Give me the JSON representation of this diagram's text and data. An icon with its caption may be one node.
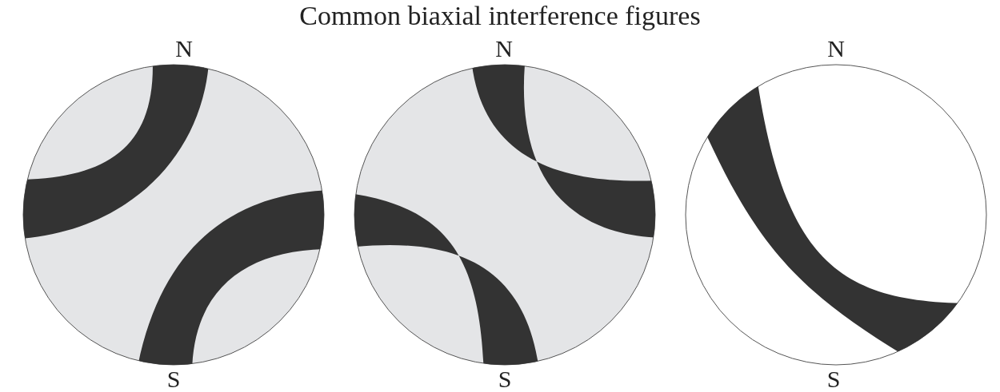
{
  "diagram": {
    "title": "Common biaxial interference figures",
    "labels": [
      "N",
      "N",
      "N",
      "S",
      "S",
      "S"
    ]
  }
}
